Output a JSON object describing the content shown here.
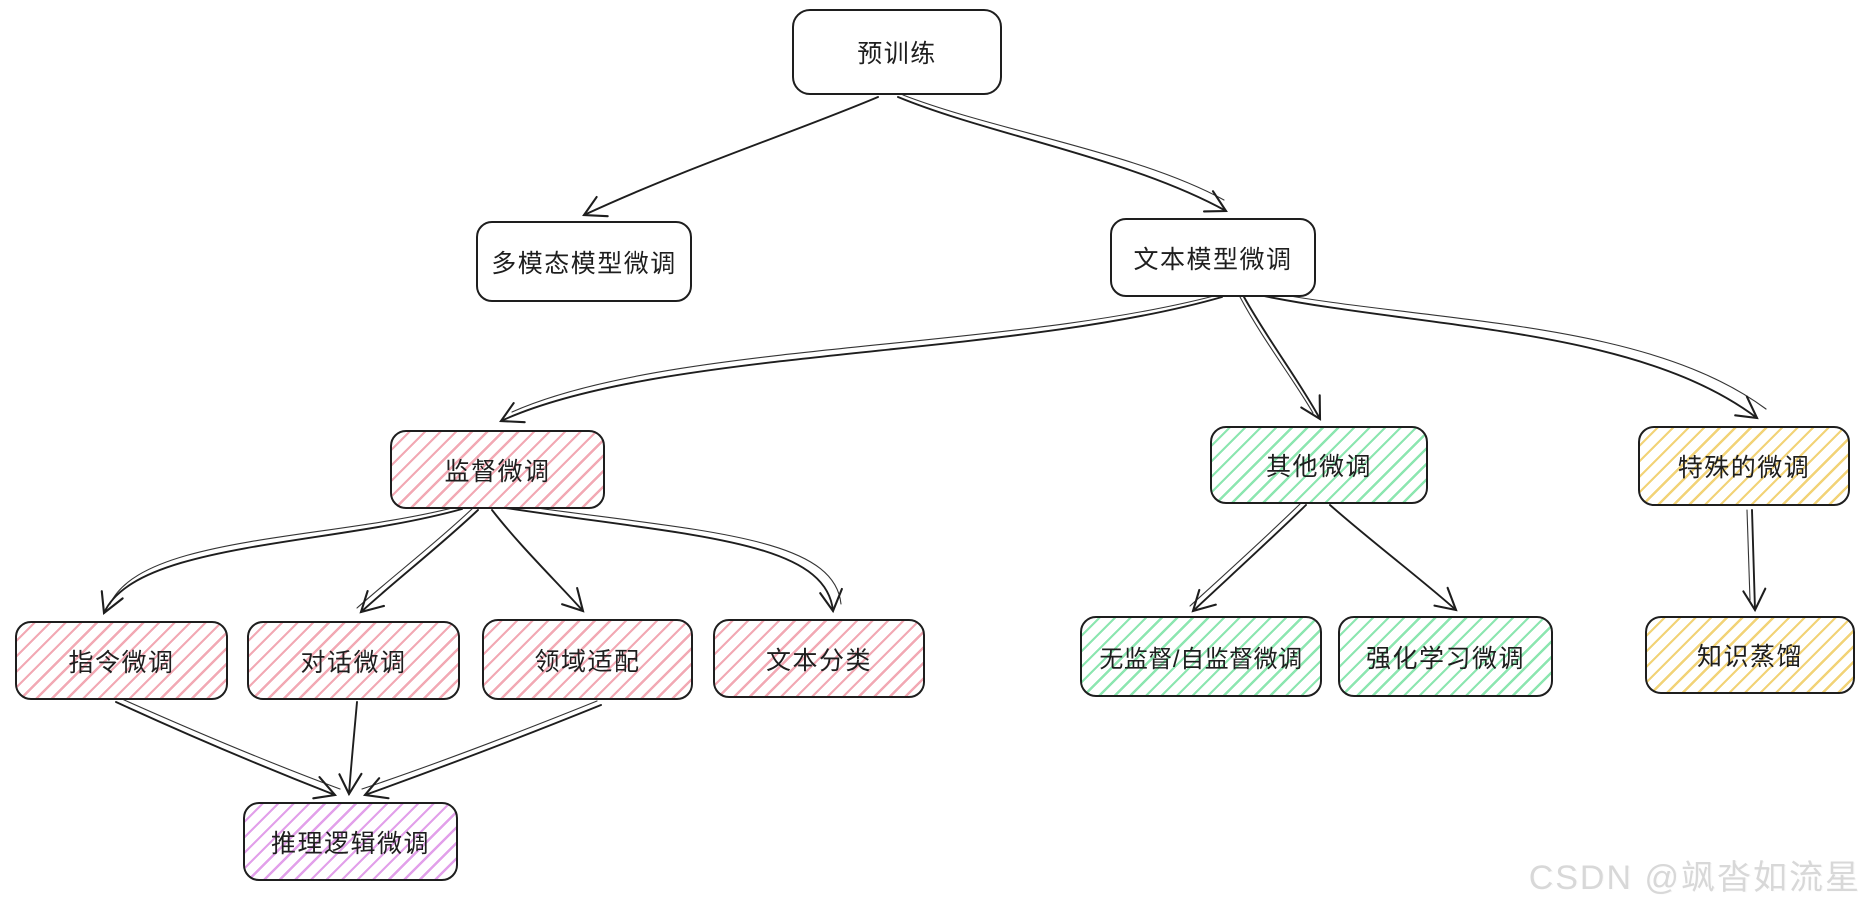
{
  "diagram": {
    "type": "flowchart-mindmap",
    "nodes": {
      "pretrain": {
        "label": "预训练",
        "fill": "white"
      },
      "multimodal": {
        "label": "多模态模型微调",
        "fill": "white"
      },
      "textmodel": {
        "label": "文本模型微调",
        "fill": "white"
      },
      "supervised": {
        "label": "监督微调",
        "fill": "red-hatch"
      },
      "other": {
        "label": "其他微调",
        "fill": "green-hatch"
      },
      "special": {
        "label": "特殊的微调",
        "fill": "yellow-hatch"
      },
      "instruction": {
        "label": "指令微调",
        "fill": "red-hatch"
      },
      "dialogue": {
        "label": "对话微调",
        "fill": "red-hatch"
      },
      "domain": {
        "label": "领域适配",
        "fill": "red-hatch"
      },
      "textclass": {
        "label": "文本分类",
        "fill": "red-hatch"
      },
      "unsupervised": {
        "label": "无监督/自监督微调",
        "fill": "green-hatch"
      },
      "rl": {
        "label": "强化学习微调",
        "fill": "green-hatch"
      },
      "distill": {
        "label": "知识蒸馏",
        "fill": "yellow-hatch"
      },
      "reasoning": {
        "label": "推理逻辑微调",
        "fill": "purple-hatch"
      }
    },
    "edges": [
      {
        "from": "pretrain",
        "to": "multimodal"
      },
      {
        "from": "pretrain",
        "to": "textmodel"
      },
      {
        "from": "textmodel",
        "to": "supervised"
      },
      {
        "from": "textmodel",
        "to": "other"
      },
      {
        "from": "textmodel",
        "to": "special"
      },
      {
        "from": "supervised",
        "to": "instruction"
      },
      {
        "from": "supervised",
        "to": "dialogue"
      },
      {
        "from": "supervised",
        "to": "domain"
      },
      {
        "from": "supervised",
        "to": "textclass"
      },
      {
        "from": "instruction",
        "to": "reasoning"
      },
      {
        "from": "dialogue",
        "to": "reasoning"
      },
      {
        "from": "domain",
        "to": "reasoning"
      },
      {
        "from": "other",
        "to": "unsupervised"
      },
      {
        "from": "other",
        "to": "rl"
      },
      {
        "from": "special",
        "to": "distill"
      }
    ],
    "colors": {
      "stroke": "#1e1e1e",
      "red": "#f2a9b4",
      "green": "#8ce6b0",
      "yellow": "#f2d377",
      "purple": "#e2a0ea",
      "watermark": "#d8d8d8"
    }
  },
  "watermark": {
    "text": "CSDN @飒沓如流星"
  }
}
